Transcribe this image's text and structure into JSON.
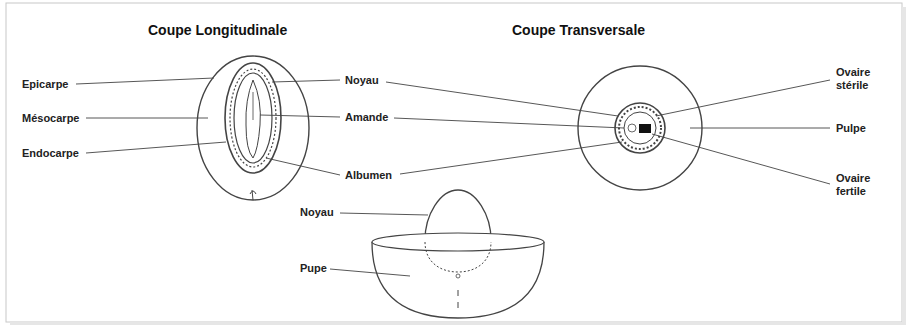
{
  "diagram": {
    "labels": [
      "Coupe Longitudinale",
      "Coupe Transversale",
      "Epicarpe",
      "Mésocarpe",
      "Endocarpe",
      "Noyau",
      "Amande",
      "Albumen",
      "Ovaire stérile",
      "Pulpe",
      "Ovaire fertile",
      "Noyau",
      "Pupe"
    ]
  }
}
